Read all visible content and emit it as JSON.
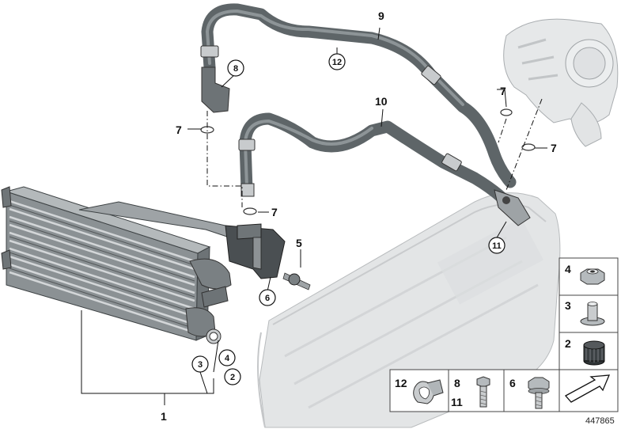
{
  "diagram": {
    "reference_number": "447865",
    "callouts": {
      "cooler": "1",
      "part_2": "2",
      "part_3": "3",
      "part_4": "4",
      "screw_5": "5",
      "nut_6": "6",
      "oring_7": "7",
      "part_8": "8",
      "hose_9": "9",
      "hose_10": "10",
      "part_11": "11",
      "part_12": "12"
    },
    "legend": {
      "cell_12": "12",
      "cell_8": "8",
      "cell_11": "11",
      "cell_6": "6",
      "side_4": "4",
      "side_3": "3",
      "side_2": "2"
    }
  }
}
